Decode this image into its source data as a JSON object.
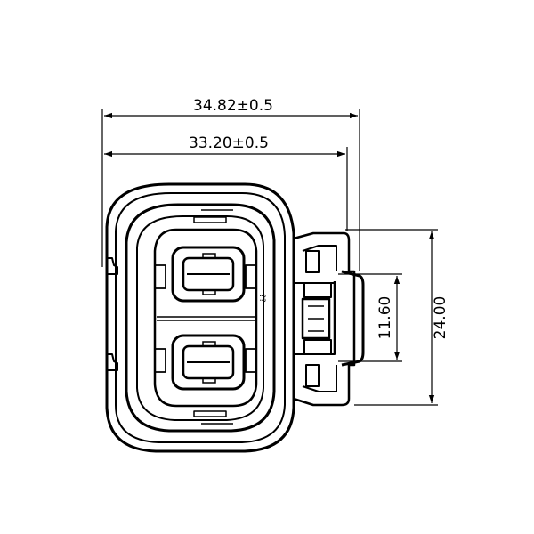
{
  "drawing": {
    "dimensions": {
      "overall_width": "34.82±0.5",
      "body_width": "33.20±0.5",
      "latch_height": "11.60",
      "overall_height": "24.00"
    },
    "part_marking": "??"
  },
  "colors": {
    "line": "#000000",
    "background": "#ffffff"
  }
}
